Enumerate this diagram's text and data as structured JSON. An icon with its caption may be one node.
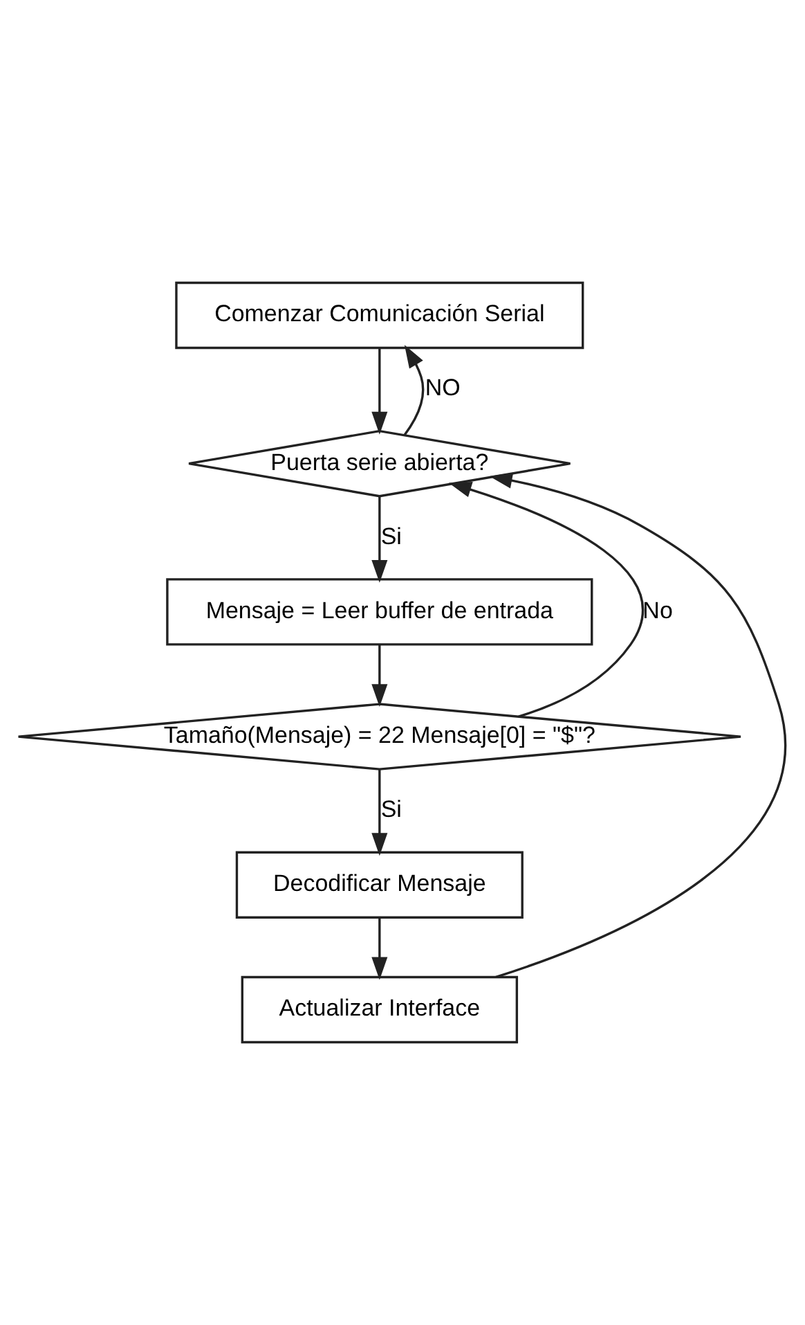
{
  "diagram": {
    "nodes": [
      {
        "text": [
          "Comenzar Comunicación Serial"
        ]
      },
      {
        "text": [
          "Puerta serie abierta?"
        ]
      },
      {
        "text": [
          "Mensaje = Leer buffer de entrada"
        ]
      },
      {
        "text": [
          "Tamaño(Mensaje) = 22 Mensaje[0] = \"$\"?"
        ]
      },
      {
        "text": [
          "Decodificar Mensaje"
        ]
      },
      {
        "text": [
          "Actualizar Interface"
        ]
      }
    ],
    "edges": [
      {
        "from": 0,
        "to": 1,
        "arrow": "to"
      },
      {
        "from": 1,
        "to": 2,
        "arrow": "to",
        "label": "Si"
      },
      {
        "from": 2,
        "to": 3,
        "arrow": "to"
      },
      {
        "from": 3,
        "to": 4,
        "arrow": "to",
        "label": "Si"
      },
      {
        "from": 4,
        "to": 5,
        "arrow": "to"
      },
      {
        "from": 1,
        "to": 0,
        "arrow": "to",
        "label": "NO"
      },
      {
        "from": 3,
        "to": 1,
        "arrow": "to",
        "label": "No"
      },
      {
        "from": 5,
        "to": 1,
        "arrow": "to"
      }
    ]
  }
}
